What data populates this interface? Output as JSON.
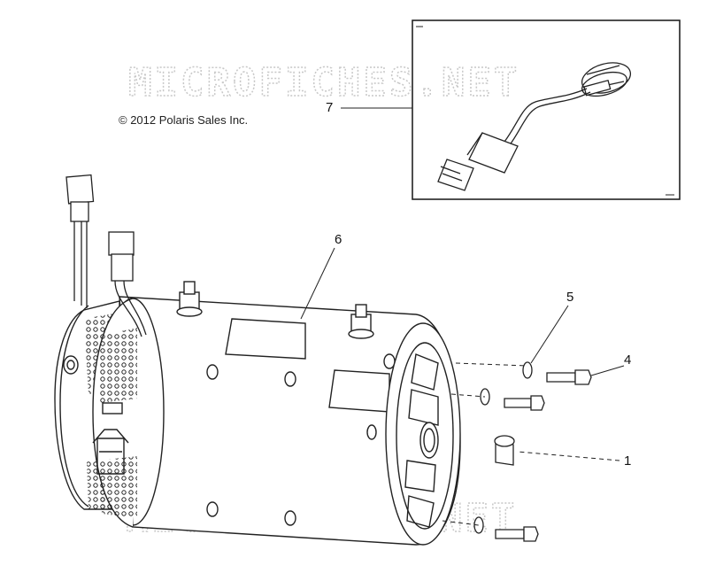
{
  "copyright": "© 2012 Polaris Sales Inc.",
  "watermark": "MICROFICHES.NET",
  "callouts": [
    {
      "id": "1",
      "label": "1"
    },
    {
      "id": "4",
      "label": "4"
    },
    {
      "id": "5",
      "label": "5"
    },
    {
      "id": "6",
      "label": "6"
    },
    {
      "id": "7",
      "label": "7"
    }
  ],
  "colors": {
    "line": "#222222",
    "watermark": "#c8c8c8"
  }
}
